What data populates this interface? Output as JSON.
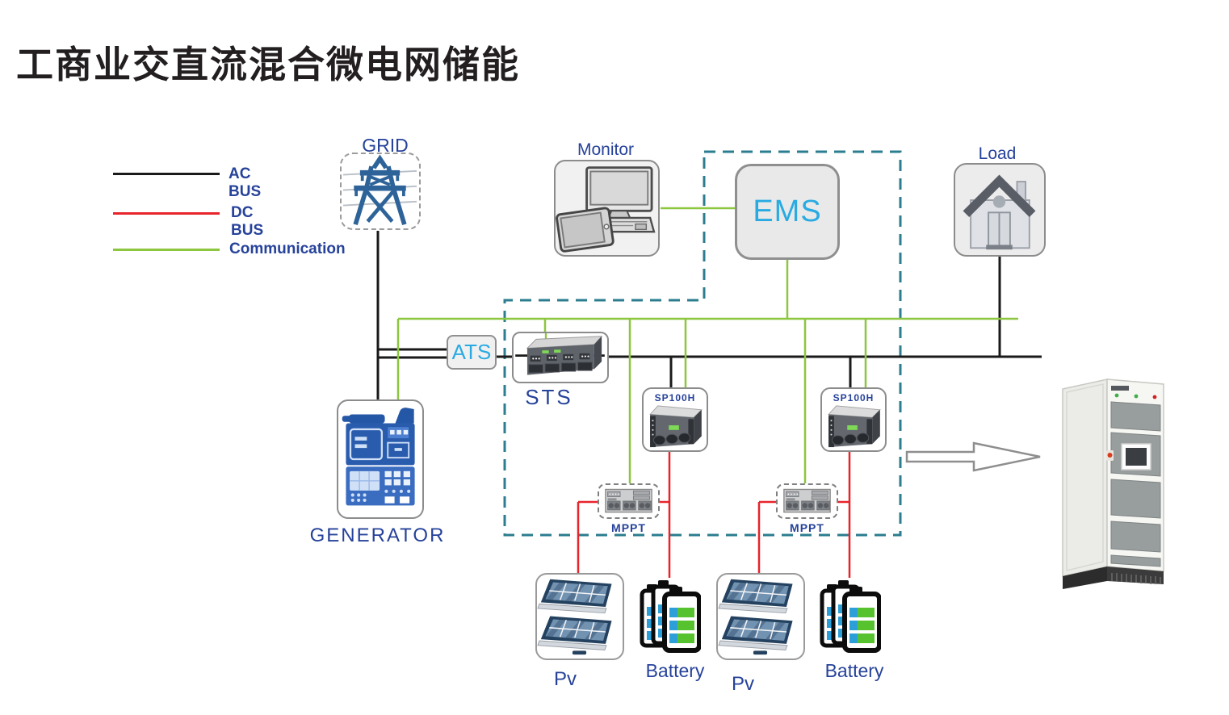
{
  "title": "工商业交直流混合微电网储能",
  "legend": {
    "items": [
      {
        "label": "AC BUS",
        "color": "#1a1a1a"
      },
      {
        "label": "DC BUS",
        "color": "#e8242b"
      },
      {
        "label": "Communication",
        "color": "#8dc63f"
      }
    ]
  },
  "nodes": {
    "grid": {
      "label": "GRID",
      "icon": "transmission-tower-icon"
    },
    "monitor": {
      "label": "Monitor",
      "icon": "computer-monitor-icon"
    },
    "ems": {
      "label": "EMS"
    },
    "load": {
      "label": "Load",
      "icon": "house-icon"
    },
    "ats": {
      "label": "ATS"
    },
    "sts": {
      "label": "STS",
      "icon": "server-rack-icon"
    },
    "generator": {
      "label": "GENERATOR",
      "icon": "generator-icon"
    },
    "sp100h_1": {
      "label": "SP100H",
      "icon": "inverter-server-icon"
    },
    "sp100h_2": {
      "label": "SP100H",
      "icon": "inverter-server-icon"
    },
    "mppt_1": {
      "label": "MPPT",
      "icon": "mppt-converter-icon"
    },
    "mppt_2": {
      "label": "MPPT",
      "icon": "mppt-converter-icon"
    },
    "pv_1": {
      "label": "Pv",
      "icon": "solar-panel-icon"
    },
    "pv_2": {
      "label": "Pv",
      "icon": "solar-panel-icon"
    },
    "battery_1": {
      "label": "Battery",
      "icon": "battery-icon"
    },
    "battery_2": {
      "label": "Battery",
      "icon": "battery-icon"
    }
  },
  "colors": {
    "ac_bus": "#1a1a1a",
    "dc_bus": "#e8242b",
    "communication": "#8dc63f",
    "boundary_dashed": "#2b7d8f",
    "label_navy": "#26429a",
    "device_accent_blue": "#29abe2"
  }
}
